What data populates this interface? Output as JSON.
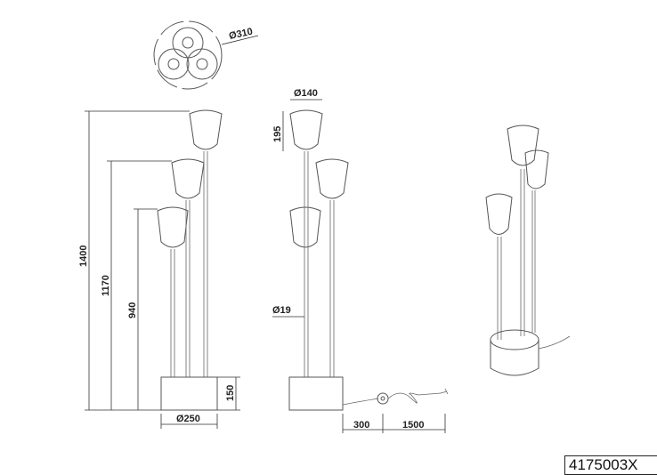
{
  "dimensions": {
    "top_diameter": "Ø310",
    "height_total": "1400",
    "height_mid": "1170",
    "height_low": "940",
    "base_height": "150",
    "base_diameter": "Ø250",
    "shade_diameter": "Ø140",
    "shade_height": "195",
    "stem_diameter": "Ø19",
    "cord_switch": "300",
    "cord_length": "1500"
  },
  "product_code": "4175003X"
}
